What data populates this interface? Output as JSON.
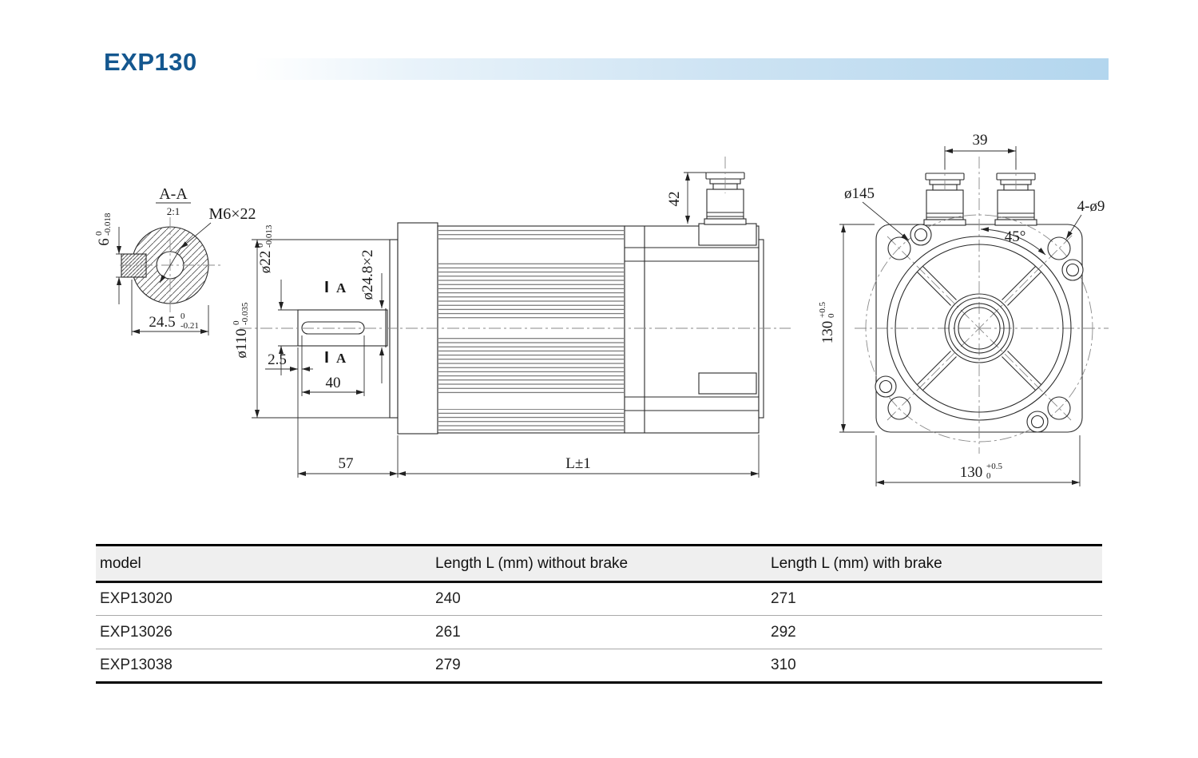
{
  "page": {
    "title": "EXP130"
  },
  "colors": {
    "title_blue": "#14578f",
    "band_blue": "#b3d6ee",
    "table_header_bg": "#efefef",
    "drawing_line": "#2a2a2a"
  },
  "aa_view": {
    "title": "A-A",
    "scale": "2:1",
    "thread_label": "M6×22",
    "key_height": {
      "main": "6",
      "sup": "0",
      "sub": "-0.018"
    },
    "across_width": {
      "main": "24.5",
      "sup": "0",
      "sub": "-0.21"
    }
  },
  "side_view": {
    "pilot_dia": {
      "main": "ø110",
      "sup": "0",
      "sub": "-0.035"
    },
    "shaft_dia": {
      "main": "ø22",
      "sup": "0",
      "sub": "-0.013"
    },
    "groove_dia": "ø24.8×2",
    "keyway_offset": "2.5",
    "keyway_length": "40",
    "shaft_length": "57",
    "body_length": "L±1",
    "connector_height": "42",
    "section_mark_top": "A",
    "section_mark_bottom": "A"
  },
  "front_view": {
    "connector_spacing": "39",
    "flange_circle_dia": "ø145",
    "mounting_holes": "4-ø9",
    "hole_angle": "45°",
    "flange_height": {
      "main": "130",
      "sup": "+0.5",
      "sub": "0"
    },
    "flange_width": {
      "main": "130",
      "sup": "+0.5",
      "sub": "0"
    }
  },
  "table": {
    "headers": [
      "model",
      "Length L (mm) without brake",
      "Length L (mm) with brake"
    ],
    "rows": [
      {
        "model": "EXP13020",
        "without_brake": "240",
        "with_brake": "271"
      },
      {
        "model": "EXP13026",
        "without_brake": "261",
        "with_brake": "292"
      },
      {
        "model": "EXP13038",
        "without_brake": "279",
        "with_brake": "310"
      }
    ]
  }
}
